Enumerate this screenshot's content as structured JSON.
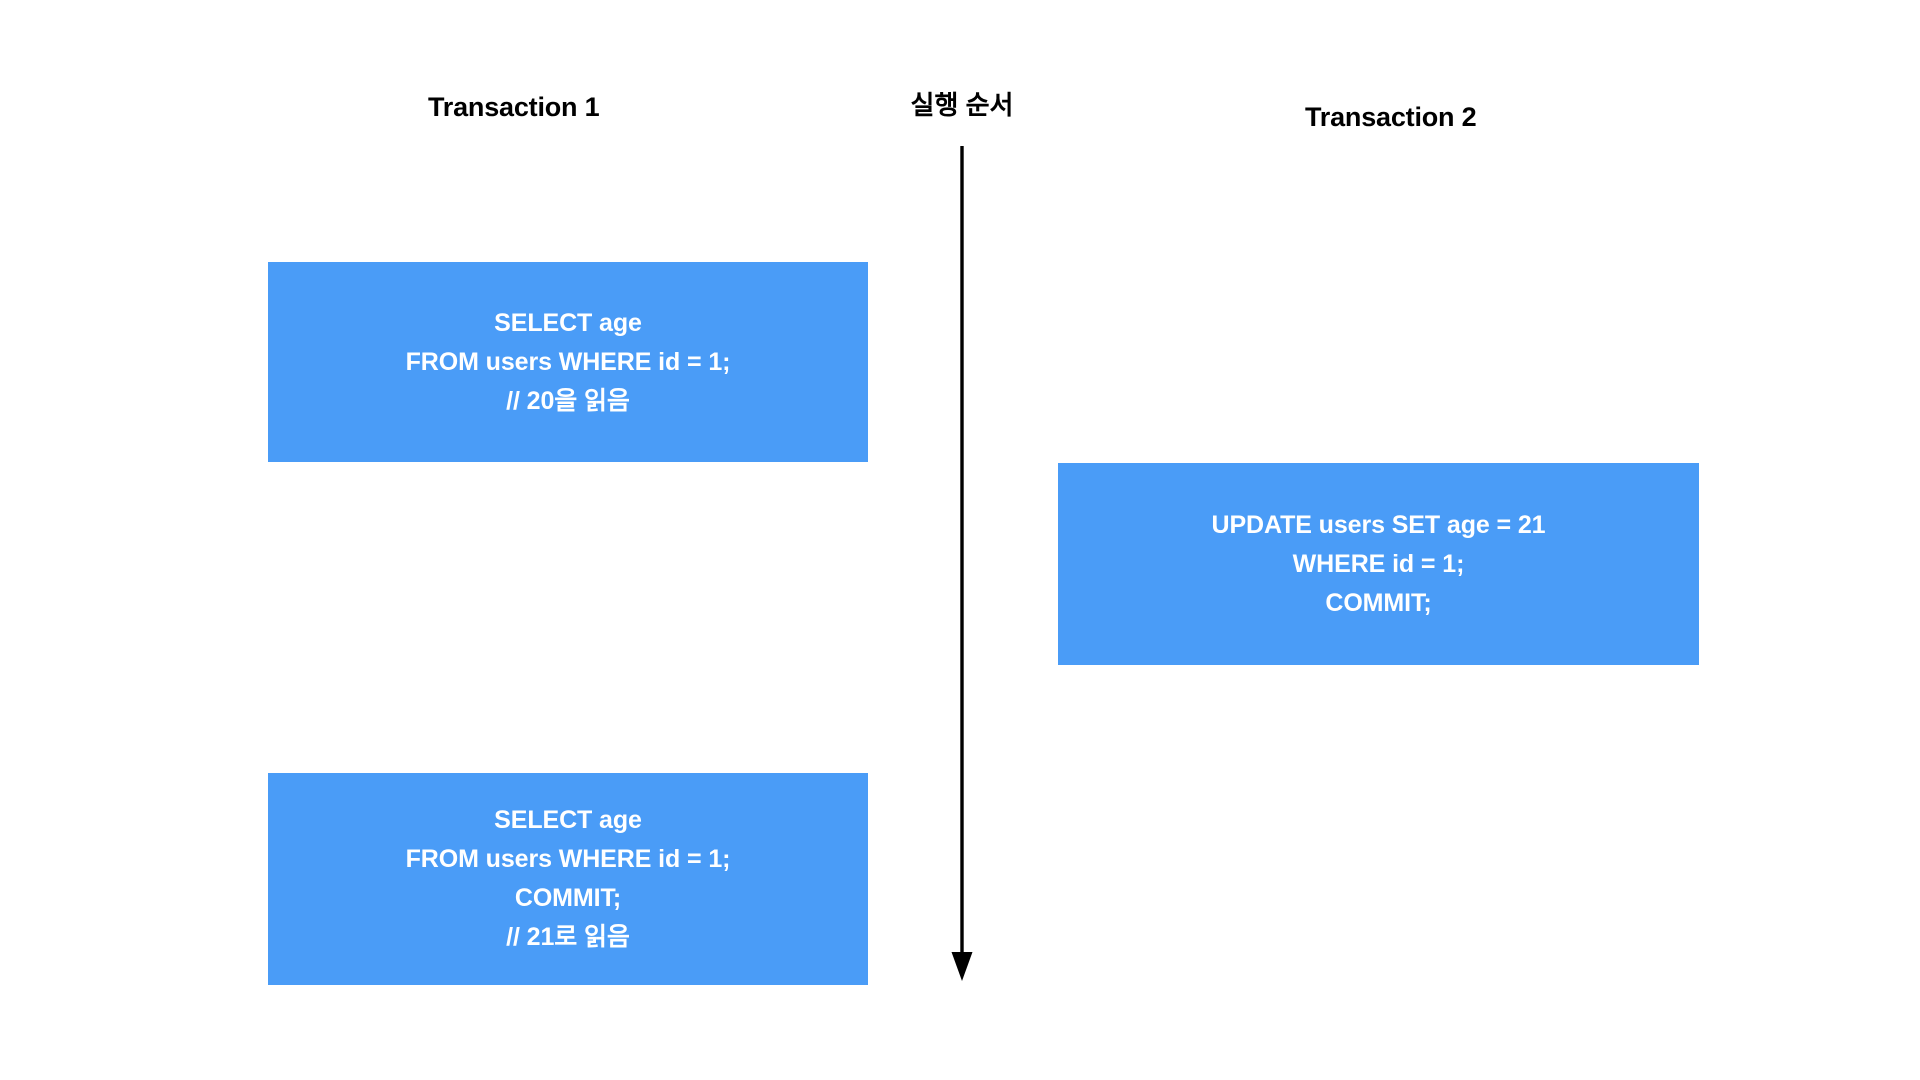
{
  "diagram": {
    "title": "Transaction isolation timeline (non-repeatable read)",
    "background_color": "#ffffff",
    "box_color": "#4a9cf7",
    "box_text_color": "#ffffff",
    "heading_color": "#000000",
    "arrow_color": "#000000"
  },
  "columns": {
    "left": {
      "heading": "Transaction 1"
    },
    "center": {
      "heading": "실행 순서",
      "arrow_direction": "down"
    },
    "right": {
      "heading": "Transaction 2"
    }
  },
  "boxes": [
    {
      "id": "t1-read1",
      "column": "Transaction 1",
      "order": 1,
      "text": "SELECT age\nFROM users WHERE id = 1;\n// 20을 읽음",
      "lines": [
        "SELECT age",
        "FROM users WHERE id = 1;",
        "// 20을 읽음"
      ],
      "color": "#4a9cf7"
    },
    {
      "id": "t2-update",
      "column": "Transaction 2",
      "order": 2,
      "text": "UPDATE users SET age = 21\nWHERE id = 1;\nCOMMIT;",
      "lines": [
        "UPDATE users SET age = 21",
        "WHERE id = 1;",
        "COMMIT;"
      ],
      "color": "#4a9cf7"
    },
    {
      "id": "t1-read2",
      "column": "Transaction 1",
      "order": 3,
      "text": "SELECT age\nFROM users WHERE id = 1;\nCOMMIT;\n// 21로 읽음",
      "lines": [
        "SELECT age",
        "FROM users WHERE id = 1;",
        "COMMIT;",
        "// 21로 읽음"
      ],
      "color": "#4a9cf7"
    }
  ],
  "icons": {
    "timeline_arrow": "arrow-down-icon"
  }
}
